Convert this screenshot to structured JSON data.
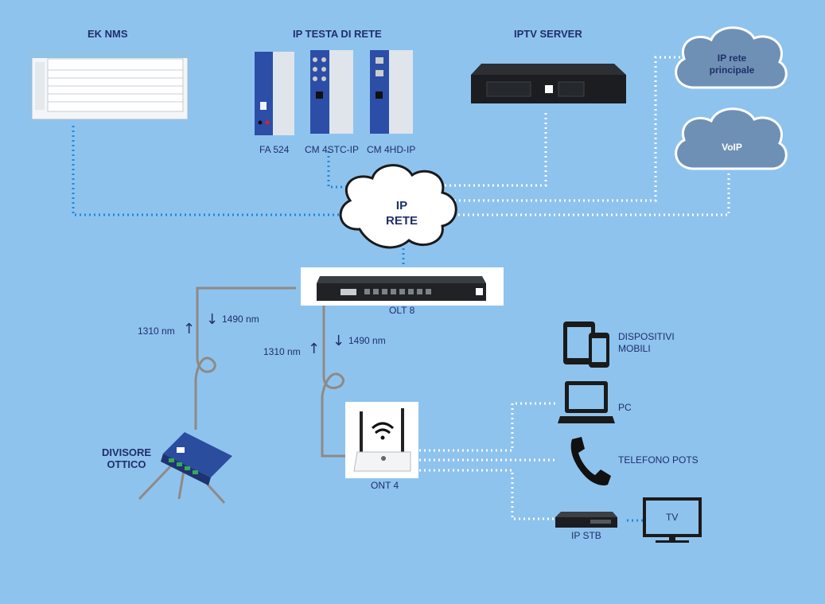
{
  "headers": {
    "nms": "EK NMS",
    "headend": "IP TESTA DI RETE",
    "iptv": "IPTV SERVER"
  },
  "headend_modules": [
    "FA 524",
    "CM 4STC-IP",
    "CM 4HD-IP"
  ],
  "clouds": {
    "main_line1": "IP",
    "main_line2": "RETE",
    "internet_line1": "IP rete",
    "internet_line2": "principale",
    "voip": "VoIP"
  },
  "olt_label": "OLT 8",
  "ont_label": "ONT 4",
  "splitter_line1": "DIVISORE",
  "splitter_line2": "OTTICO",
  "wavelengths": {
    "up": "1310 nm",
    "down": "1490 nm"
  },
  "devices": {
    "mobile_line1": "DISPOSITIVI",
    "mobile_line2": "MOBILI",
    "pc": "PC",
    "phone": "TELEFONO POTS",
    "stb": "IP STB",
    "tv": "TV"
  },
  "colors": {
    "background": "#8ec3ee",
    "ethernet_link": "#1e88d8",
    "white_link": "#ffffff",
    "fiber": "#8e8a85",
    "cloud_dark": "#6f90b5",
    "text": "#1f2f6b"
  }
}
